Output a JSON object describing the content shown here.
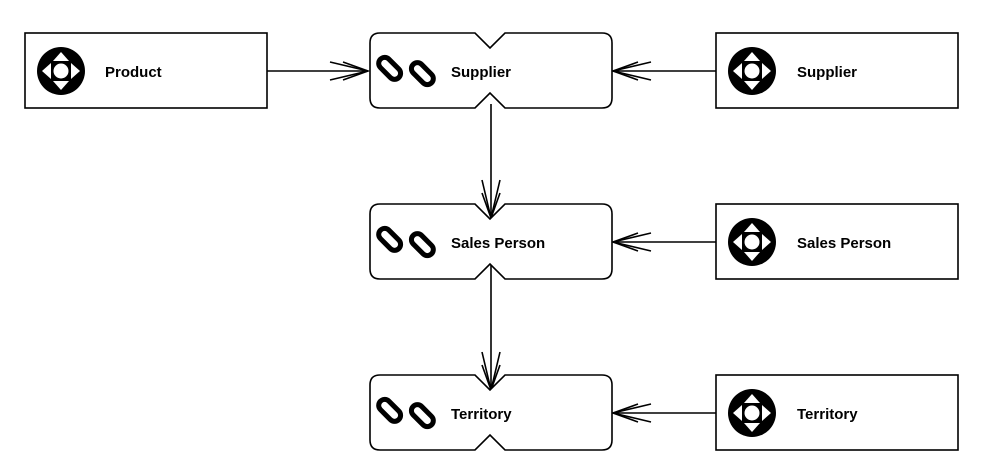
{
  "hubs": [
    {
      "label": "Product",
      "icon": "hub-icon"
    },
    {
      "label": "Supplier",
      "icon": "hub-icon"
    },
    {
      "label": "Sales Person",
      "icon": "hub-icon"
    },
    {
      "label": "Territory",
      "icon": "hub-icon"
    }
  ],
  "links": [
    {
      "label": "Supplier",
      "icon": "chain-link-icon"
    },
    {
      "label": "Sales Person",
      "icon": "chain-link-icon"
    },
    {
      "label": "Territory",
      "icon": "chain-link-icon"
    }
  ],
  "colors": {
    "stroke": "#000000",
    "fill": "#ffffff"
  }
}
